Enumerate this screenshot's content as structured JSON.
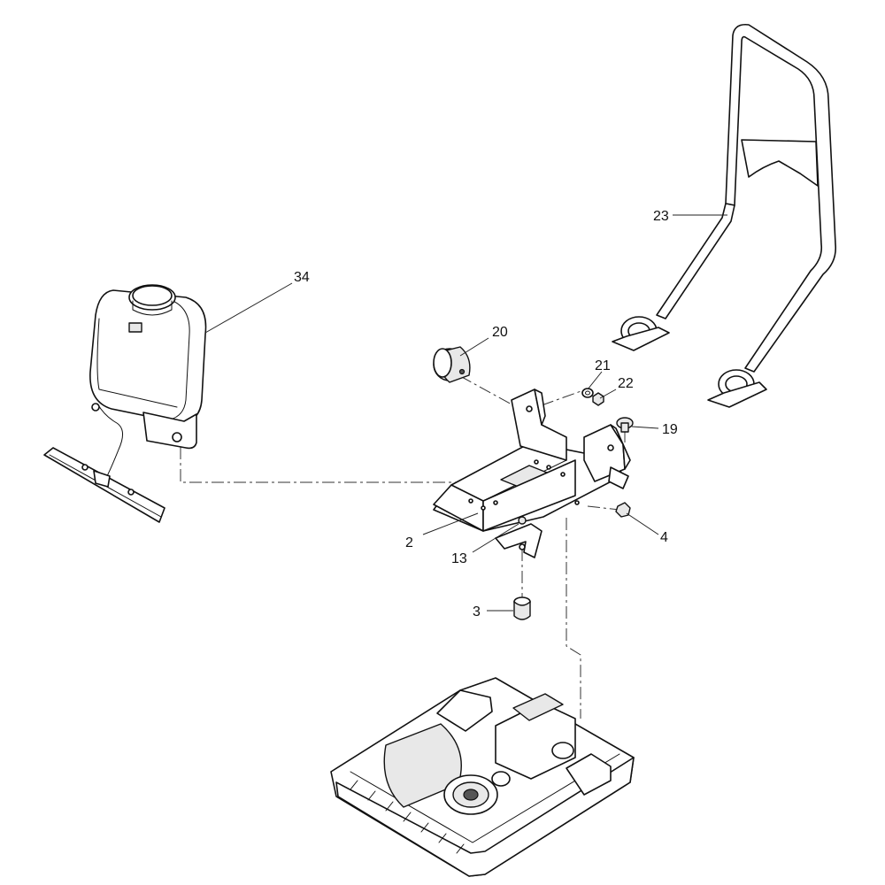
{
  "callouts": {
    "tank": "34",
    "handle": "23",
    "mount_large": "20",
    "washer": "21",
    "nut": "22",
    "knob": "19",
    "frame": "2",
    "bolt_small": "4",
    "bracket": "13",
    "mount_small": "3"
  },
  "colors": {
    "line": "#111111",
    "background": "#ffffff",
    "shade": "#e8e8e8"
  }
}
